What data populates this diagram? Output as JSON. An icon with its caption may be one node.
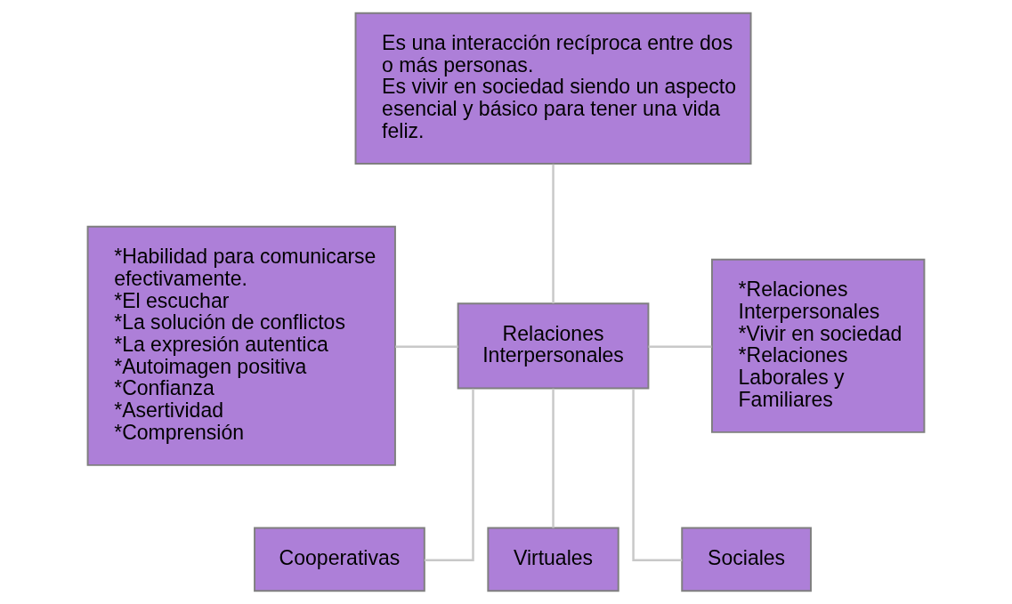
{
  "diagram": {
    "nodes": [
      {
        "text": [
          "Es una interacción recíproca entre dos o más personas.",
          "Es vivir en sociedad siendo un aspecto esencial y básico para tener una vida feliz."
        ]
      },
      {
        "text": [
          "*Habilidad para comunicarse efectivamente.",
          "*El escuchar",
          "*La solución de conflictos",
          "*La expresión autentica",
          "*Autoimagen positiva",
          "*Confianza",
          "*Asertividad",
          "*Comprensión"
        ]
      },
      {
        "text": [
          "Relaciones Interpersonales"
        ]
      },
      {
        "text": [
          "*Relaciones Interpersonales",
          "*Vivir en sociedad",
          "*Relaciones Laborales y Familiares"
        ]
      },
      {
        "text": [
          "Cooperativas"
        ]
      },
      {
        "text": [
          "Virtuales"
        ]
      },
      {
        "text": [
          "Sociales"
        ]
      }
    ],
    "edges": [
      {
        "from": 0,
        "to": 2,
        "arrow": "none"
      },
      {
        "from": 1,
        "to": 2,
        "arrow": "none"
      },
      {
        "from": 2,
        "to": 3,
        "arrow": "none"
      },
      {
        "from": 2,
        "to": 4,
        "arrow": "none"
      },
      {
        "from": 2,
        "to": 5,
        "arrow": "none"
      },
      {
        "from": 2,
        "to": 6,
        "arrow": "none"
      }
    ]
  }
}
